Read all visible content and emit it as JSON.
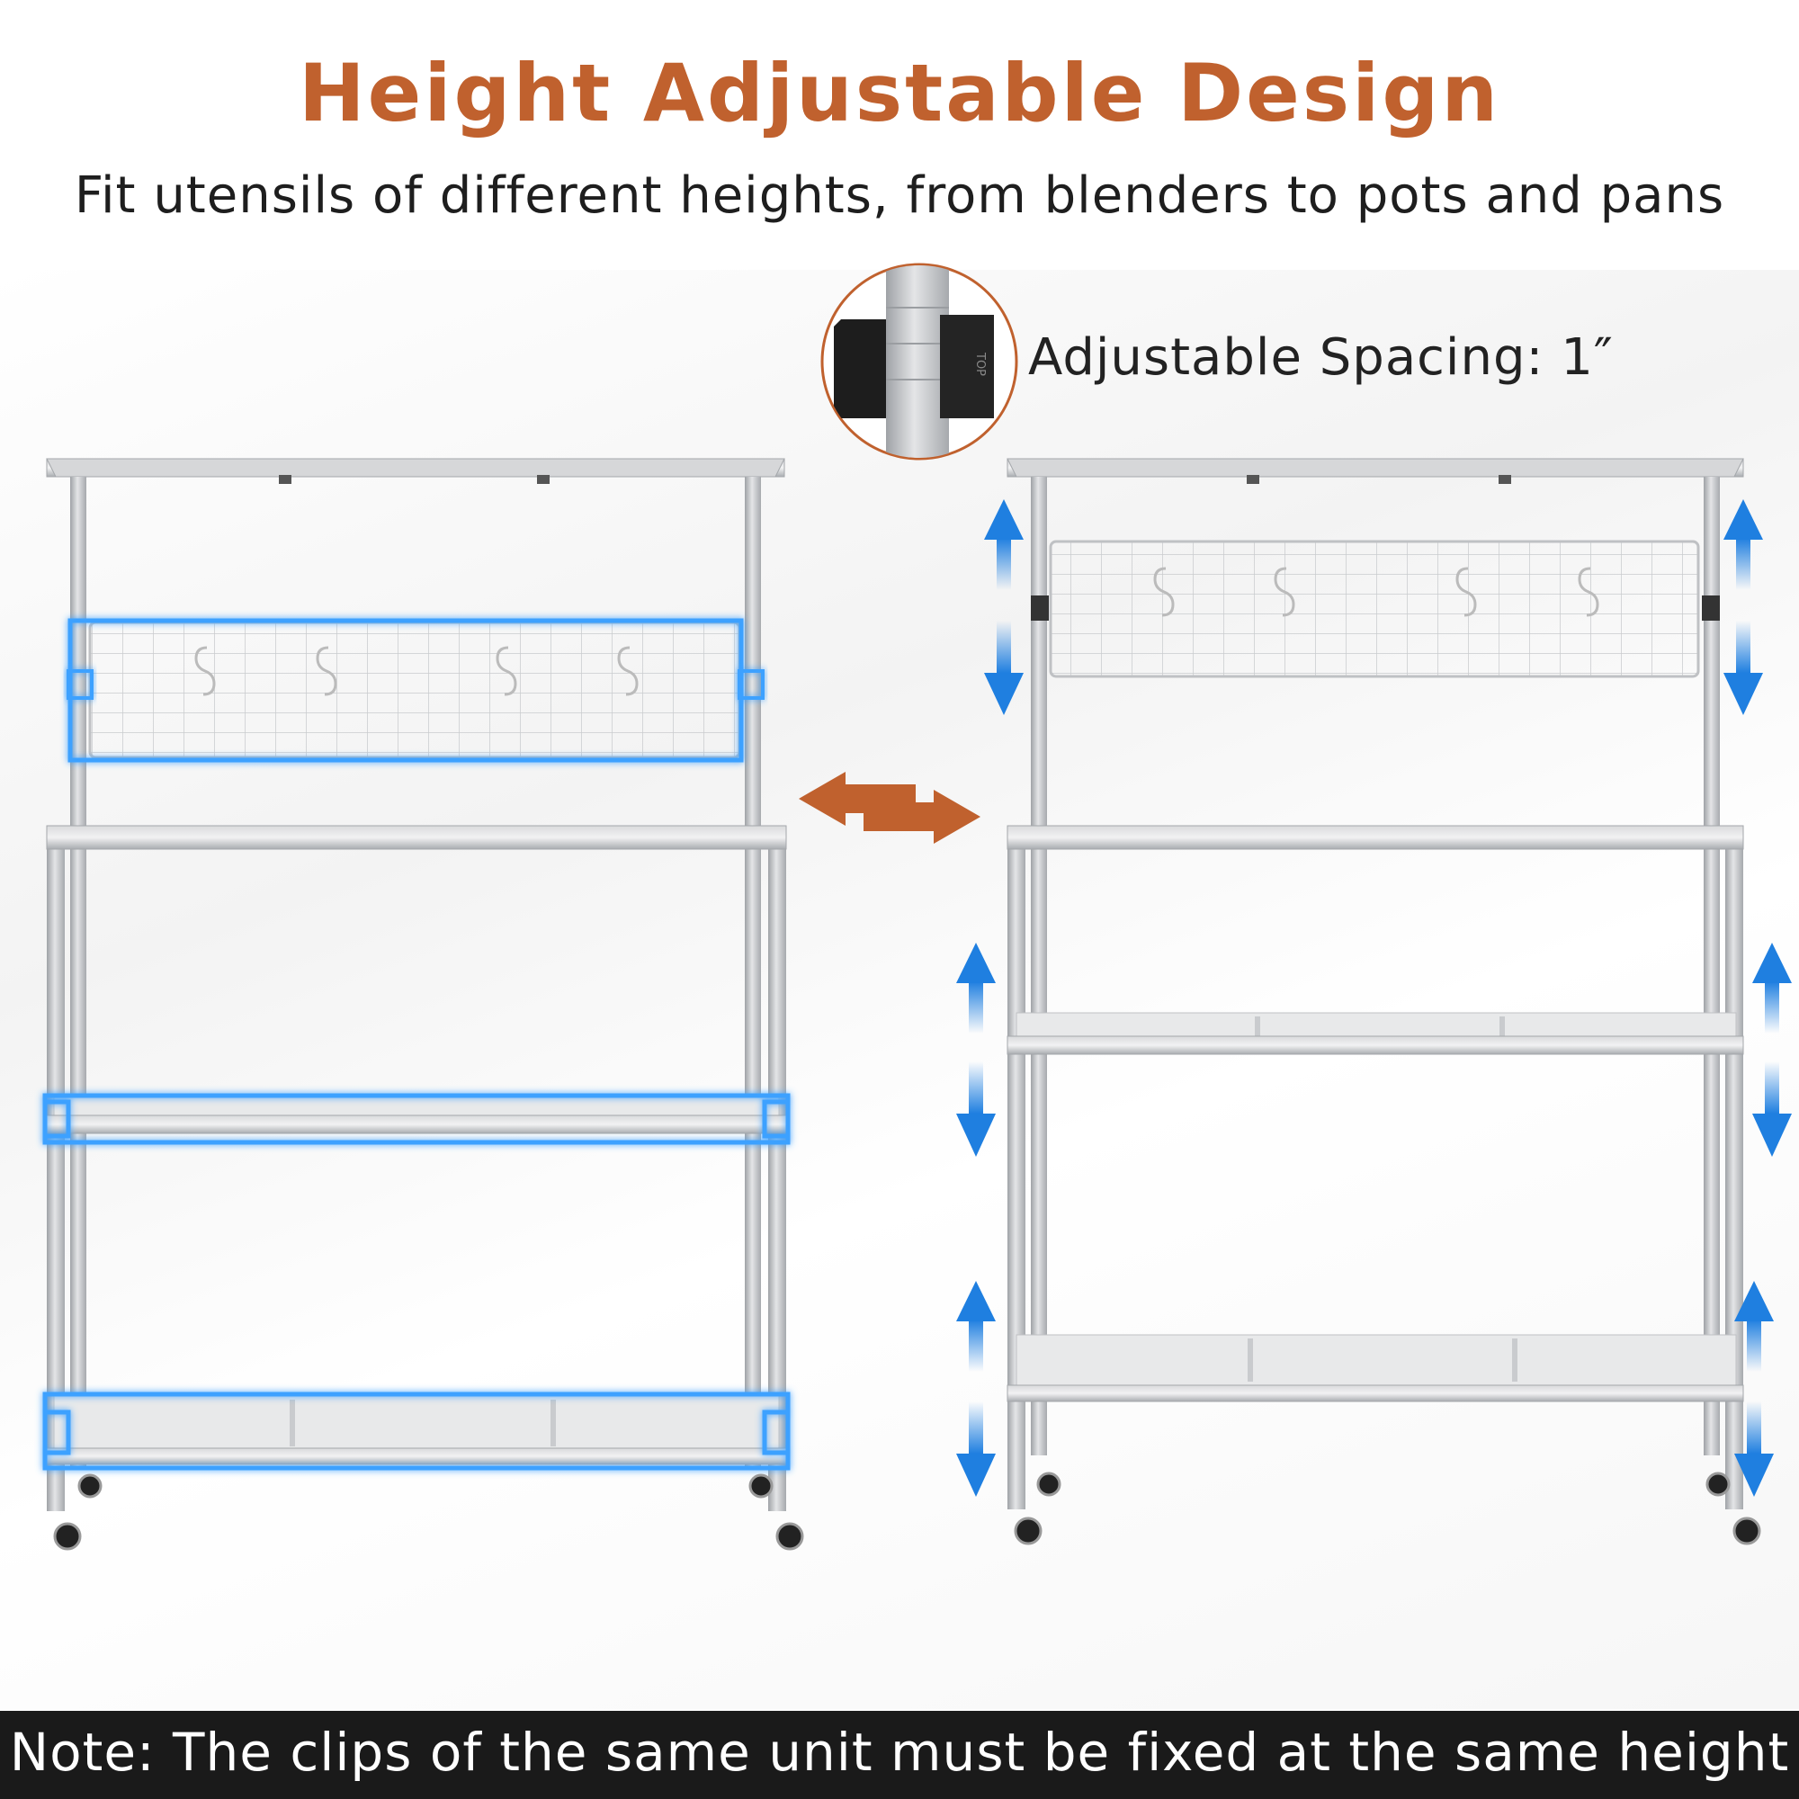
{
  "heading": {
    "title": "Height Adjustable Design",
    "subtitle": "Fit utensils of different heights, from blenders to pots and pans"
  },
  "callout": {
    "label": "Adjustable Spacing: 1″",
    "clip_marking": "TOP"
  },
  "note": {
    "text": "Note: The clips of the same unit must be fixed at the same height"
  },
  "colors": {
    "title": "#C0612E",
    "highlight": "#3EA1FF",
    "arrow_blue": "#1F7FE0",
    "swap_arrow": "#C0612E",
    "frame": "#B9BBBE",
    "note_bar": "#1A1A1A"
  },
  "icons": {
    "swap": "swap-arrows-icon",
    "vertical_adjust": "double-arrow-vertical-icon",
    "clip": "shelf-clip-icon"
  }
}
